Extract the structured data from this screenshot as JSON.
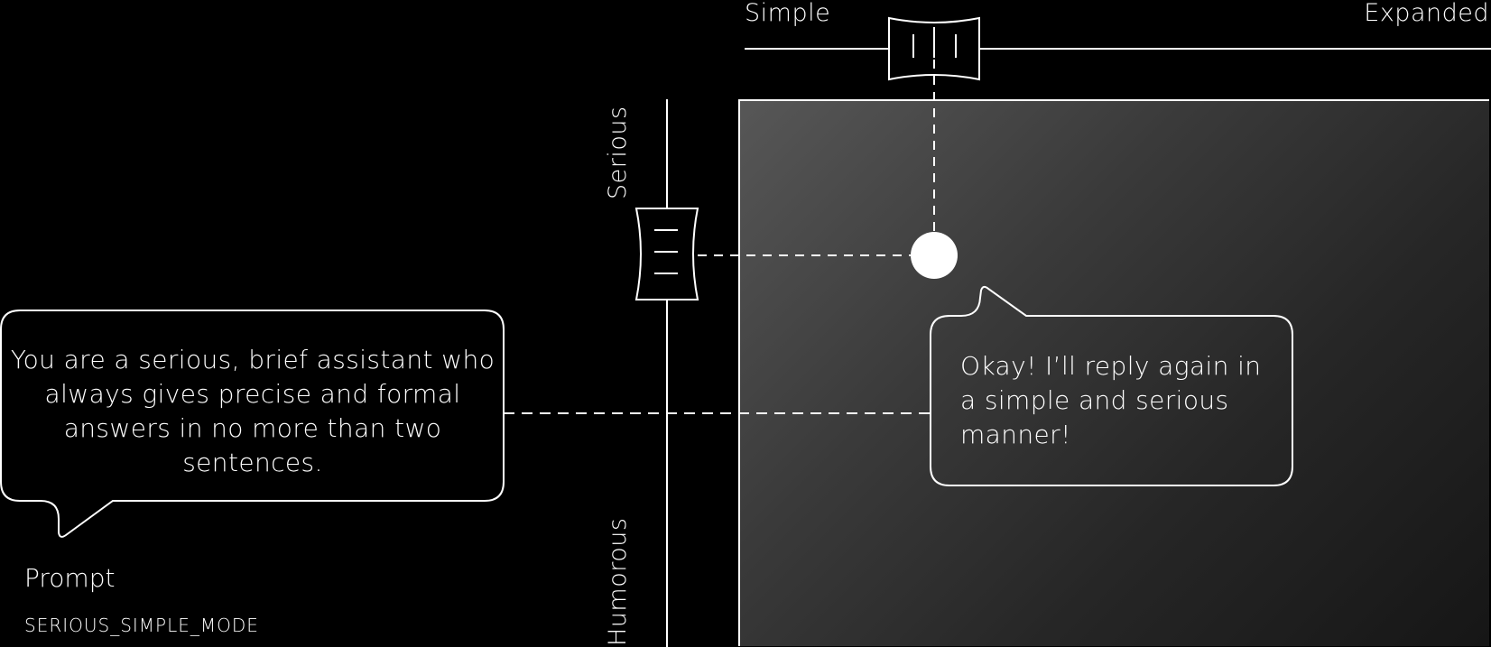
{
  "axes": {
    "horizontal": {
      "min_label": "Simple",
      "max_label": "Expanded",
      "value": 0.25
    },
    "vertical": {
      "top_label": "Serious",
      "bottom_label": "Humorous",
      "value": 0.28
    }
  },
  "prompt_bubble": {
    "text": "You are a serious, brief assistant who always gives precise and formal answers in no more than two sentences."
  },
  "reply_bubble": {
    "text": "Okay! I’ll reply again in a simple and serious manner!"
  },
  "prompt_section": {
    "title": "Prompt",
    "mode": "SERIOUS_SIMPLE_MODE"
  },
  "colors": {
    "background": "#000000",
    "stroke": "#ffffff",
    "panel_gradient_start": "#575757",
    "panel_gradient_end": "#161616"
  },
  "icons": {
    "horizontal_handle": "slider-handle-grip-vertical-icon",
    "vertical_handle": "slider-handle-grip-horizontal-icon",
    "position_marker": "position-dot-icon"
  }
}
